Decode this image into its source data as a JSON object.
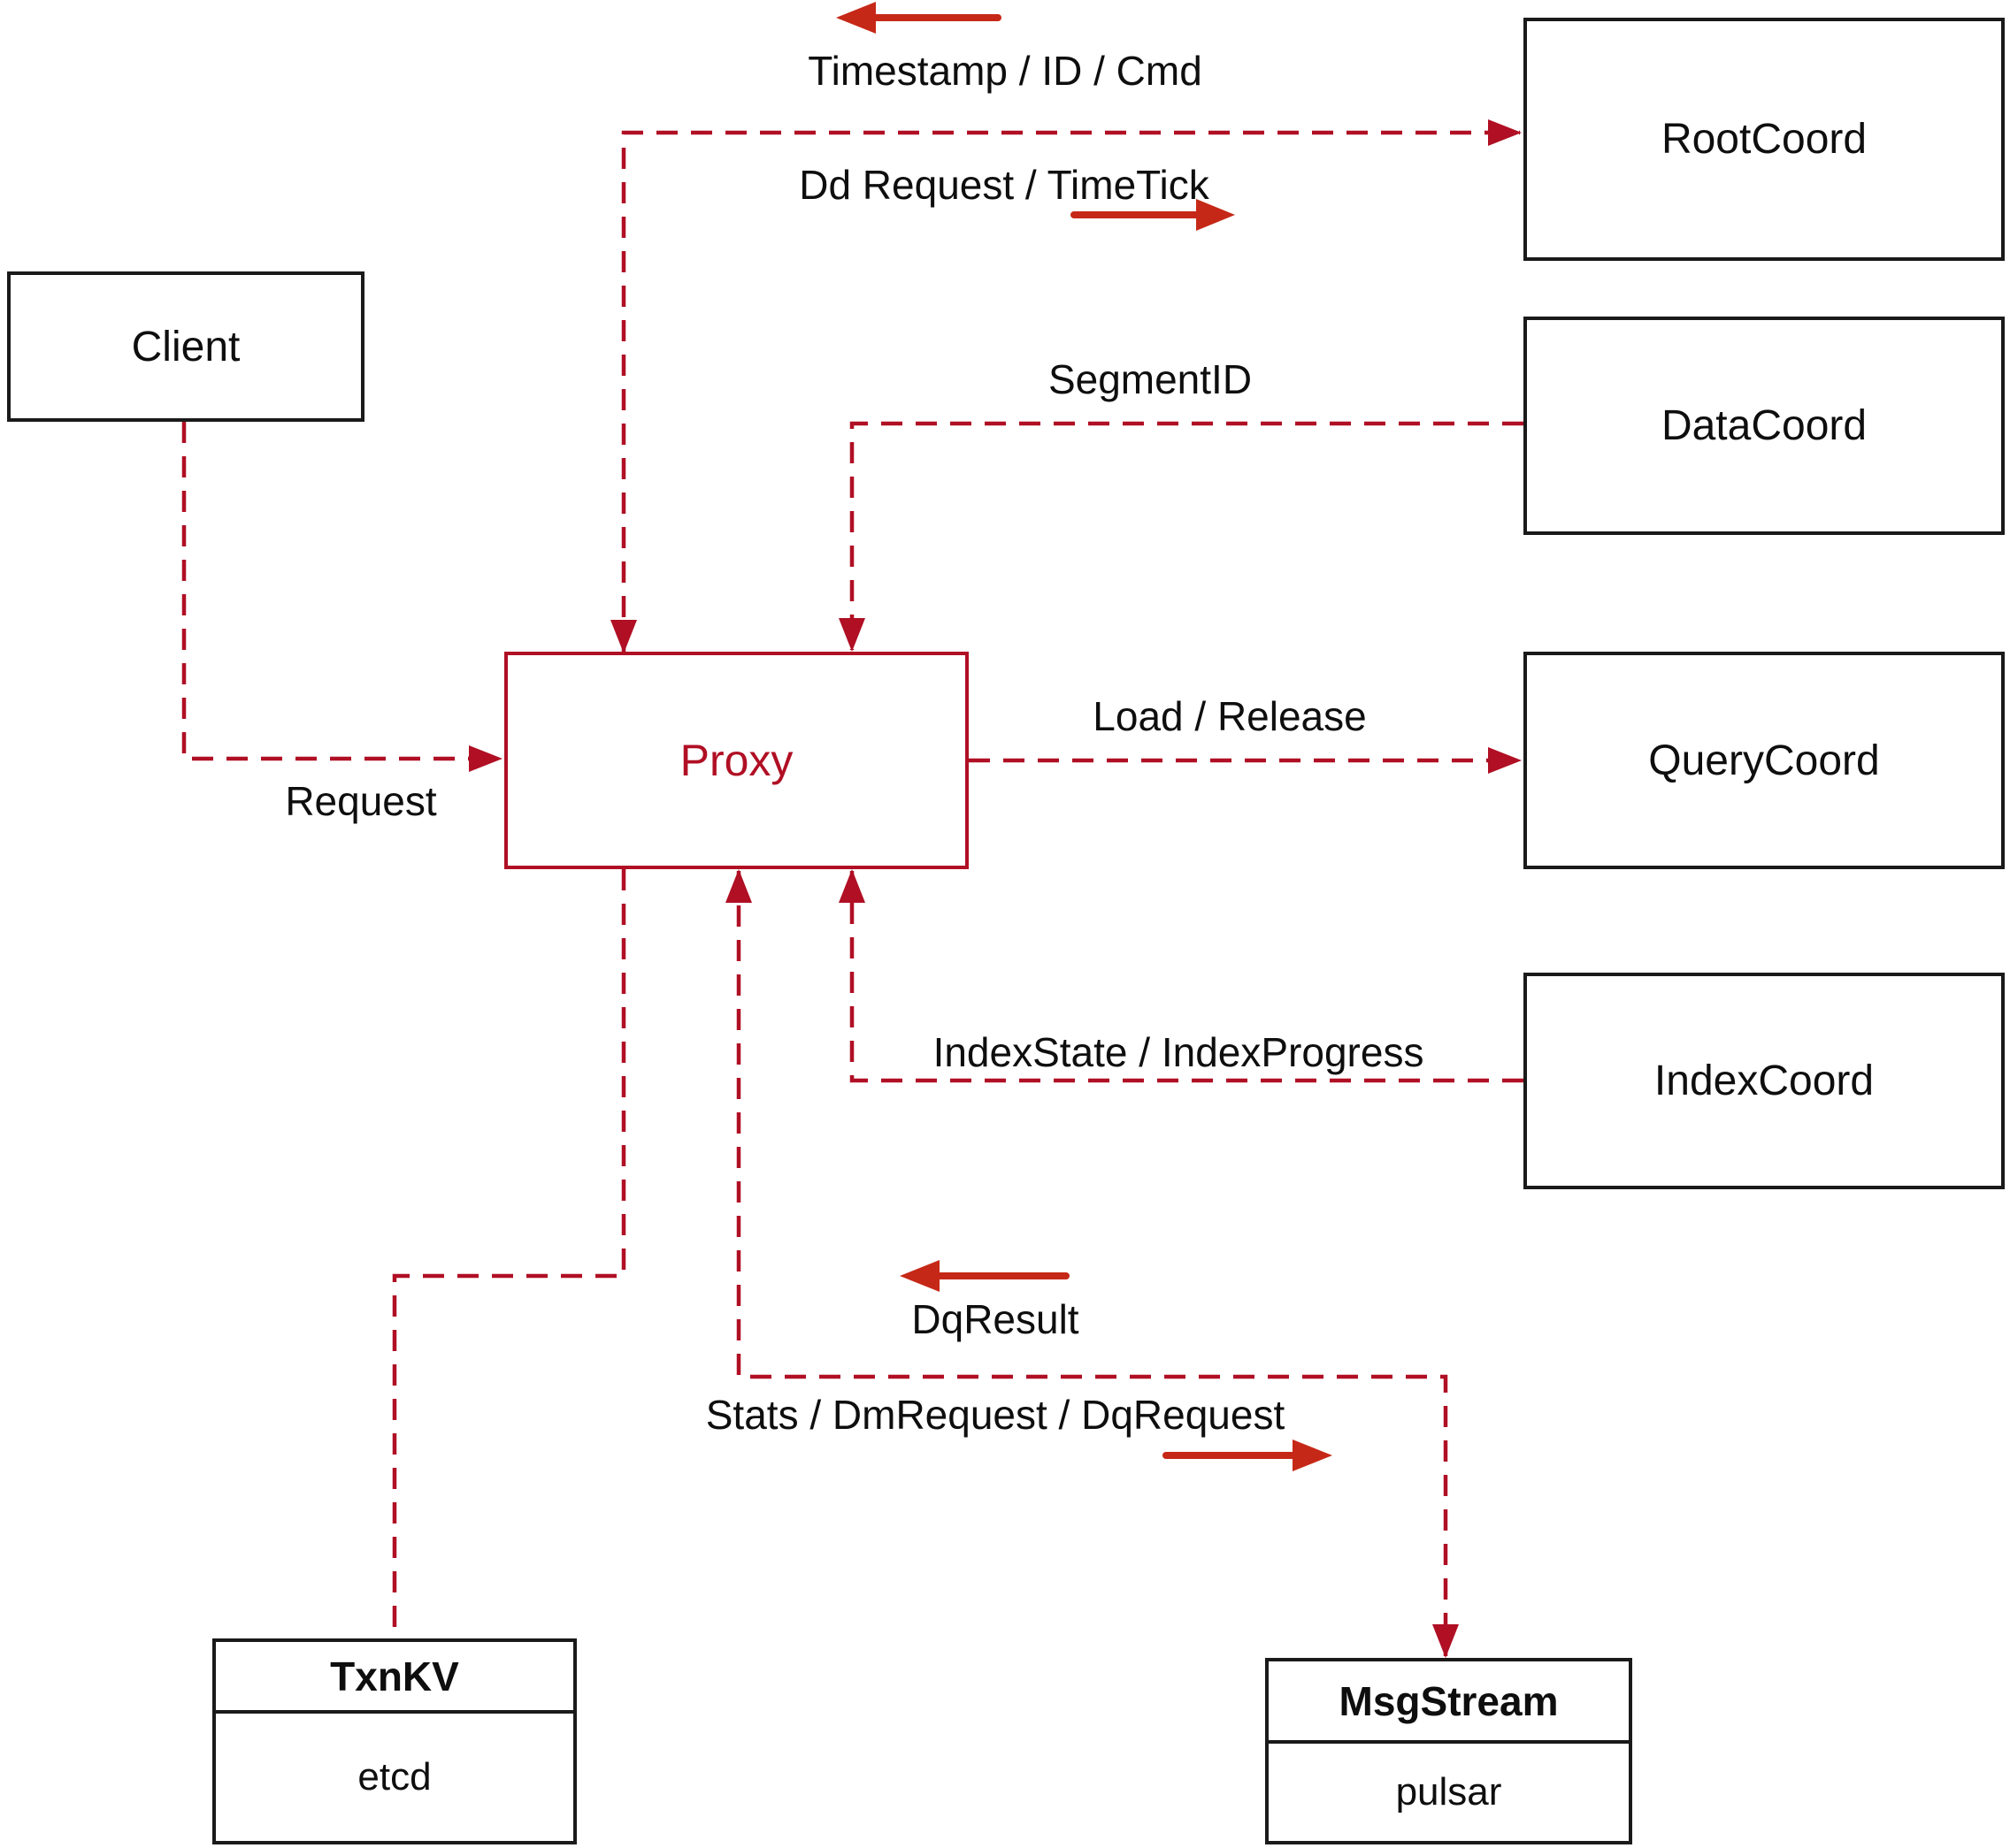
{
  "diagram": {
    "colors": {
      "wire": "#b00f24",
      "arrow": "#c62817",
      "node_border": "#1a1a1a",
      "text": "#0e0e0e",
      "background": "#ffffff"
    },
    "nodes": {
      "client": {
        "label": "Client"
      },
      "root_coord": {
        "label": "RootCoord"
      },
      "data_coord": {
        "label": "DataCoord"
      },
      "query_coord": {
        "label": "QueryCoord"
      },
      "index_coord": {
        "label": "IndexCoord"
      },
      "proxy": {
        "label": "Proxy"
      },
      "txn_kv": {
        "title": "TxnKV",
        "subtitle": "etcd"
      },
      "msg_stream": {
        "title": "MsgStream",
        "subtitle": "pulsar"
      }
    },
    "edge_labels": {
      "timestamp": "Timestamp / ID / Cmd",
      "dd_request": "Dd Request / TimeTick",
      "segment_id": "SegmentID",
      "request": "Request",
      "load_release": "Load / Release",
      "index_state": "IndexState / IndexProgress",
      "dq_result": "DqResult",
      "stats": "Stats / DmRequest / DqRequest"
    }
  }
}
